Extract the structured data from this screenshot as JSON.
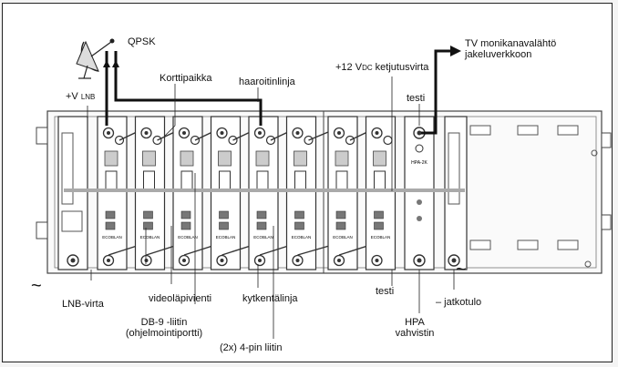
{
  "labels": {
    "qpsk": "QPSK",
    "korttipaikka": "Korttipaikka",
    "plus_v": "+V",
    "plus_v_sub": "LNB",
    "haaroitinlinja": "haaroitinlinja",
    "ketjutusvirta_pre": "+12 V",
    "ketjutusvirta_sub": "DC",
    "ketjutusvirta_post": " ketjutusvirta",
    "tv_line1": "TV monikanavalähtö",
    "tv_line2": "jakeluverkkoon",
    "testi_top": "testi",
    "lnb_virta": "LNB-virta",
    "videolapivienti": "videoläpivienti",
    "kytkentalinja": "kytkentälinja",
    "testi_bottom": "testi",
    "jatkotulo": "– jatkotulo",
    "db9_line1": "DB-9 -liitin",
    "db9_line2": "(ohjelmointiportti)",
    "pin4": "(2x) 4-pin liitin",
    "hpa_line1": "HPA",
    "hpa_line2": "vahvistin",
    "tilde_left": "~",
    "tilde_right": "~",
    "module_brand": "ECOBLAN",
    "hpa_module_tag": "HPA-2K"
  },
  "modules": {
    "card_count": 8,
    "extra_modules": [
      "power",
      "hpa",
      "end"
    ]
  }
}
